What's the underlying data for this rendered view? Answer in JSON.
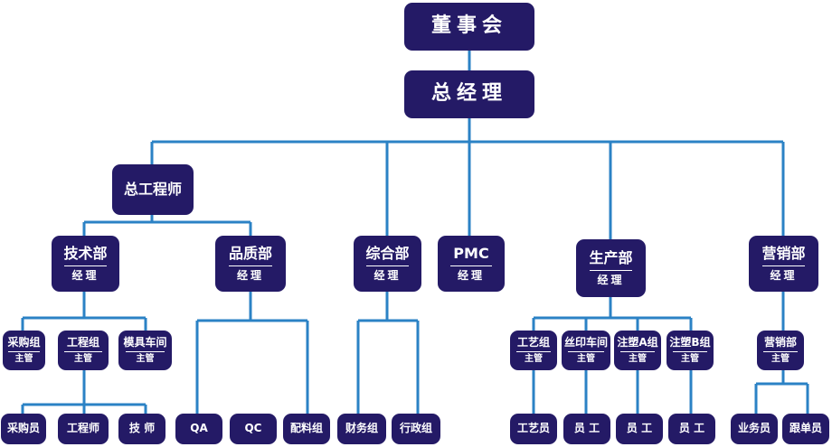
{
  "colors": {
    "box": "#241a66",
    "text": "#ffffff",
    "line": "#2b82c5"
  },
  "board": "董事会",
  "gm": "总经理",
  "chief_engineer": "总工程师",
  "depts": {
    "tech": {
      "name": "技术部",
      "role": "经理"
    },
    "qual": {
      "name": "品质部",
      "role": "经理"
    },
    "admin": {
      "name": "综合部",
      "role": "经理"
    },
    "pmc": {
      "name": "PMC",
      "role": "经理"
    },
    "prod": {
      "name": "生产部",
      "role": "经理"
    },
    "sales": {
      "name": "营销部",
      "role": "经理"
    }
  },
  "groups": {
    "purchase": {
      "name": "采购组",
      "role": "主管"
    },
    "eng": {
      "name": "工程组",
      "role": "主管"
    },
    "mold": {
      "name": "模具车间",
      "role": "主管"
    },
    "craft": {
      "name": "工艺组",
      "role": "主管"
    },
    "silk": {
      "name": "丝印车间",
      "role": "主管"
    },
    "inja": {
      "name": "注塑A组",
      "role": "主管"
    },
    "injb": {
      "name": "注塑B组",
      "role": "主管"
    },
    "salesg": {
      "name": "营销部",
      "role": "主管"
    }
  },
  "leaves": {
    "buyer": "采购员",
    "engineer": "工程师",
    "technician": "技 师",
    "qa": "QA",
    "qc": "QC",
    "mix": "配料组",
    "finance": "财务组",
    "adminops": "行政组",
    "craftsman": "工艺员",
    "worker1": "员 工",
    "worker2": "员 工",
    "worker3": "员 工",
    "salesman": "业务员",
    "follower": "跟单员"
  }
}
